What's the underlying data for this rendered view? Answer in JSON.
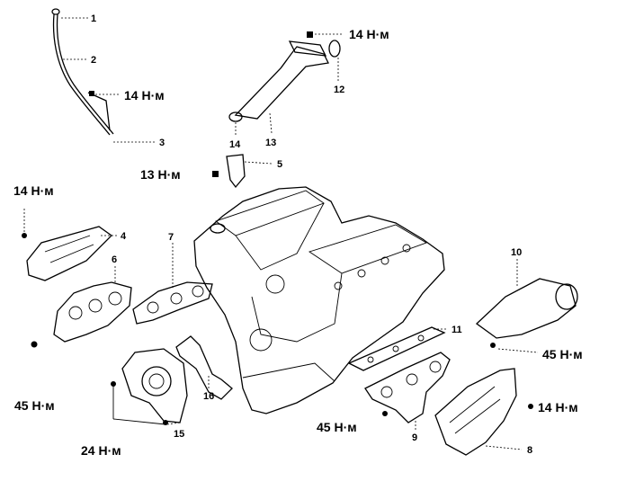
{
  "callouts": [
    {
      "id": "c1",
      "text": "1"
    },
    {
      "id": "c2",
      "text": "2"
    },
    {
      "id": "c3",
      "text": "3"
    },
    {
      "id": "c4",
      "text": "4"
    },
    {
      "id": "c5",
      "text": "5"
    },
    {
      "id": "c6",
      "text": "6"
    },
    {
      "id": "c7",
      "text": "7"
    },
    {
      "id": "c8",
      "text": "8"
    },
    {
      "id": "c9",
      "text": "9"
    },
    {
      "id": "c10",
      "text": "10"
    },
    {
      "id": "c11",
      "text": "11"
    },
    {
      "id": "c12",
      "text": "12"
    },
    {
      "id": "c13",
      "text": "13"
    },
    {
      "id": "c14",
      "text": "14"
    },
    {
      "id": "c15",
      "text": "15"
    },
    {
      "id": "c16",
      "text": "16"
    }
  ],
  "torques": [
    {
      "id": "t1",
      "text": "14 Н·м"
    },
    {
      "id": "t2",
      "text": "14 Н·м"
    },
    {
      "id": "t3",
      "text": "13 Н·м"
    },
    {
      "id": "t4",
      "text": "14 Н·м"
    },
    {
      "id": "t5",
      "text": "45 Н·м"
    },
    {
      "id": "t6",
      "text": "24 Н·м"
    },
    {
      "id": "t7",
      "text": "45 Н·м"
    },
    {
      "id": "t8",
      "text": "45 Н·м"
    },
    {
      "id": "t9",
      "text": "14 Н·м"
    }
  ]
}
